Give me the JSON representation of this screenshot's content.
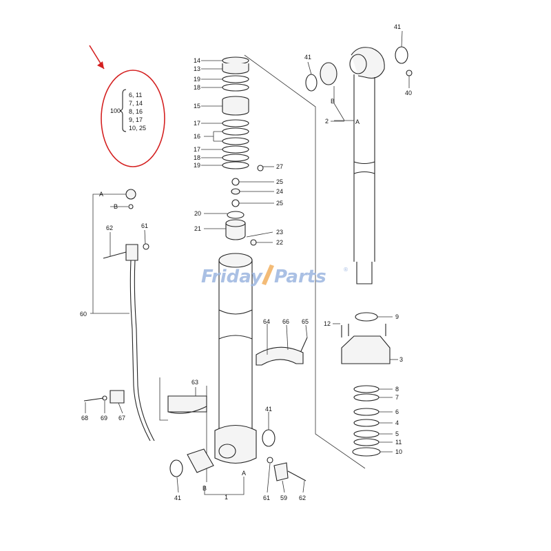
{
  "colors": {
    "highlight_red": "#d42020",
    "watermark_blue": "#9cb6e0",
    "watermark_orange": "#f2b060",
    "line": "#222222"
  },
  "watermark": {
    "text_part1": "Friday",
    "text_part2": "Parts",
    "registered": "®"
  },
  "callout": {
    "group": "100",
    "rows": [
      "6, 11",
      "7, 14",
      "8, 16",
      "9, 17",
      "10, 25"
    ]
  },
  "labels": {
    "p14": "14",
    "p13": "13",
    "p19a": "19",
    "p18a": "18",
    "p15": "15",
    "p17a": "17",
    "p16": "16",
    "p17b": "17",
    "p18b": "18",
    "p19b": "19",
    "p27": "27",
    "p25a": "25",
    "p24": "24",
    "p25b": "25",
    "p20": "20",
    "p21": "21",
    "p23": "23",
    "p22": "22",
    "p41_top_right": "41",
    "p41_top_left": "41",
    "p40": "40",
    "p2": "2",
    "pA_top": "A",
    "pB_top": "B",
    "p9": "9",
    "p12": "12",
    "p3": "3",
    "p8": "8",
    "p7": "7",
    "p6": "6",
    "p4": "4",
    "p5": "5",
    "p11": "11",
    "p10": "10",
    "pA_left": "A",
    "pB_left": "B",
    "p62a": "62",
    "p61a": "61",
    "p60": "60",
    "p64": "64",
    "p66": "66",
    "p65": "65",
    "p63": "63",
    "p68": "68",
    "p69": "69",
    "p67": "67",
    "p41_bottom_mid": "41",
    "p41_bottom_left": "41",
    "pA_bottom": "A",
    "pB_bottom": "B",
    "p1": "1",
    "p61b": "61",
    "p59": "59",
    "p62b": "62"
  }
}
